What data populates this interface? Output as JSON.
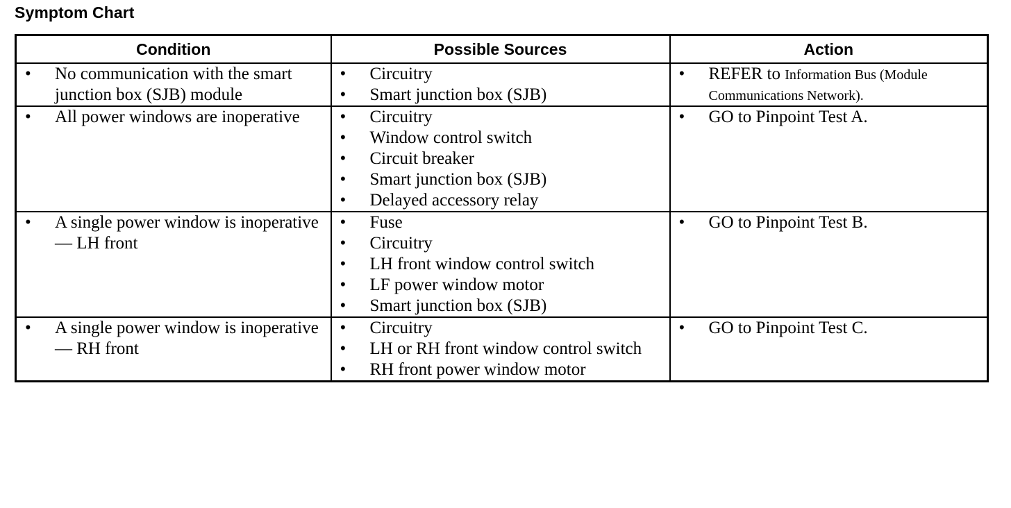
{
  "page": {
    "title": "Symptom Chart"
  },
  "table": {
    "headers": [
      {
        "label": "Condition"
      },
      {
        "label": "Possible Sources"
      },
      {
        "label": "Action"
      }
    ],
    "rows": [
      {
        "condition": [
          "No communication with the smart junction box (SJB) module"
        ],
        "sources": [
          "Circuitry",
          "Smart junction box (SJB)"
        ],
        "action_lead": "REFER to",
        "action_xref": "Information Bus (Module Communications Network).",
        "action": []
      },
      {
        "condition": [
          "All power windows are inoperative"
        ],
        "sources": [
          "Circuitry",
          "Window control switch",
          "Circuit breaker",
          "Smart junction box (SJB)",
          "Delayed accessory relay"
        ],
        "action": [
          "GO to Pinpoint Test A."
        ]
      },
      {
        "condition": [
          "A single power window is inoperative — LH front"
        ],
        "sources": [
          "Fuse",
          "Circuitry",
          "LH front window control switch",
          "LF power window motor",
          "Smart junction box (SJB)"
        ],
        "action": [
          "GO to Pinpoint Test B."
        ]
      },
      {
        "condition": [
          "A single power window is inoperative — RH front"
        ],
        "sources": [
          "Circuitry",
          "LH or RH front window control switch",
          "RH front power window motor"
        ],
        "action": [
          "GO to Pinpoint Test C."
        ]
      }
    ]
  },
  "colors": {
    "background": "#ffffff",
    "text": "#000000",
    "border": "#000000"
  }
}
